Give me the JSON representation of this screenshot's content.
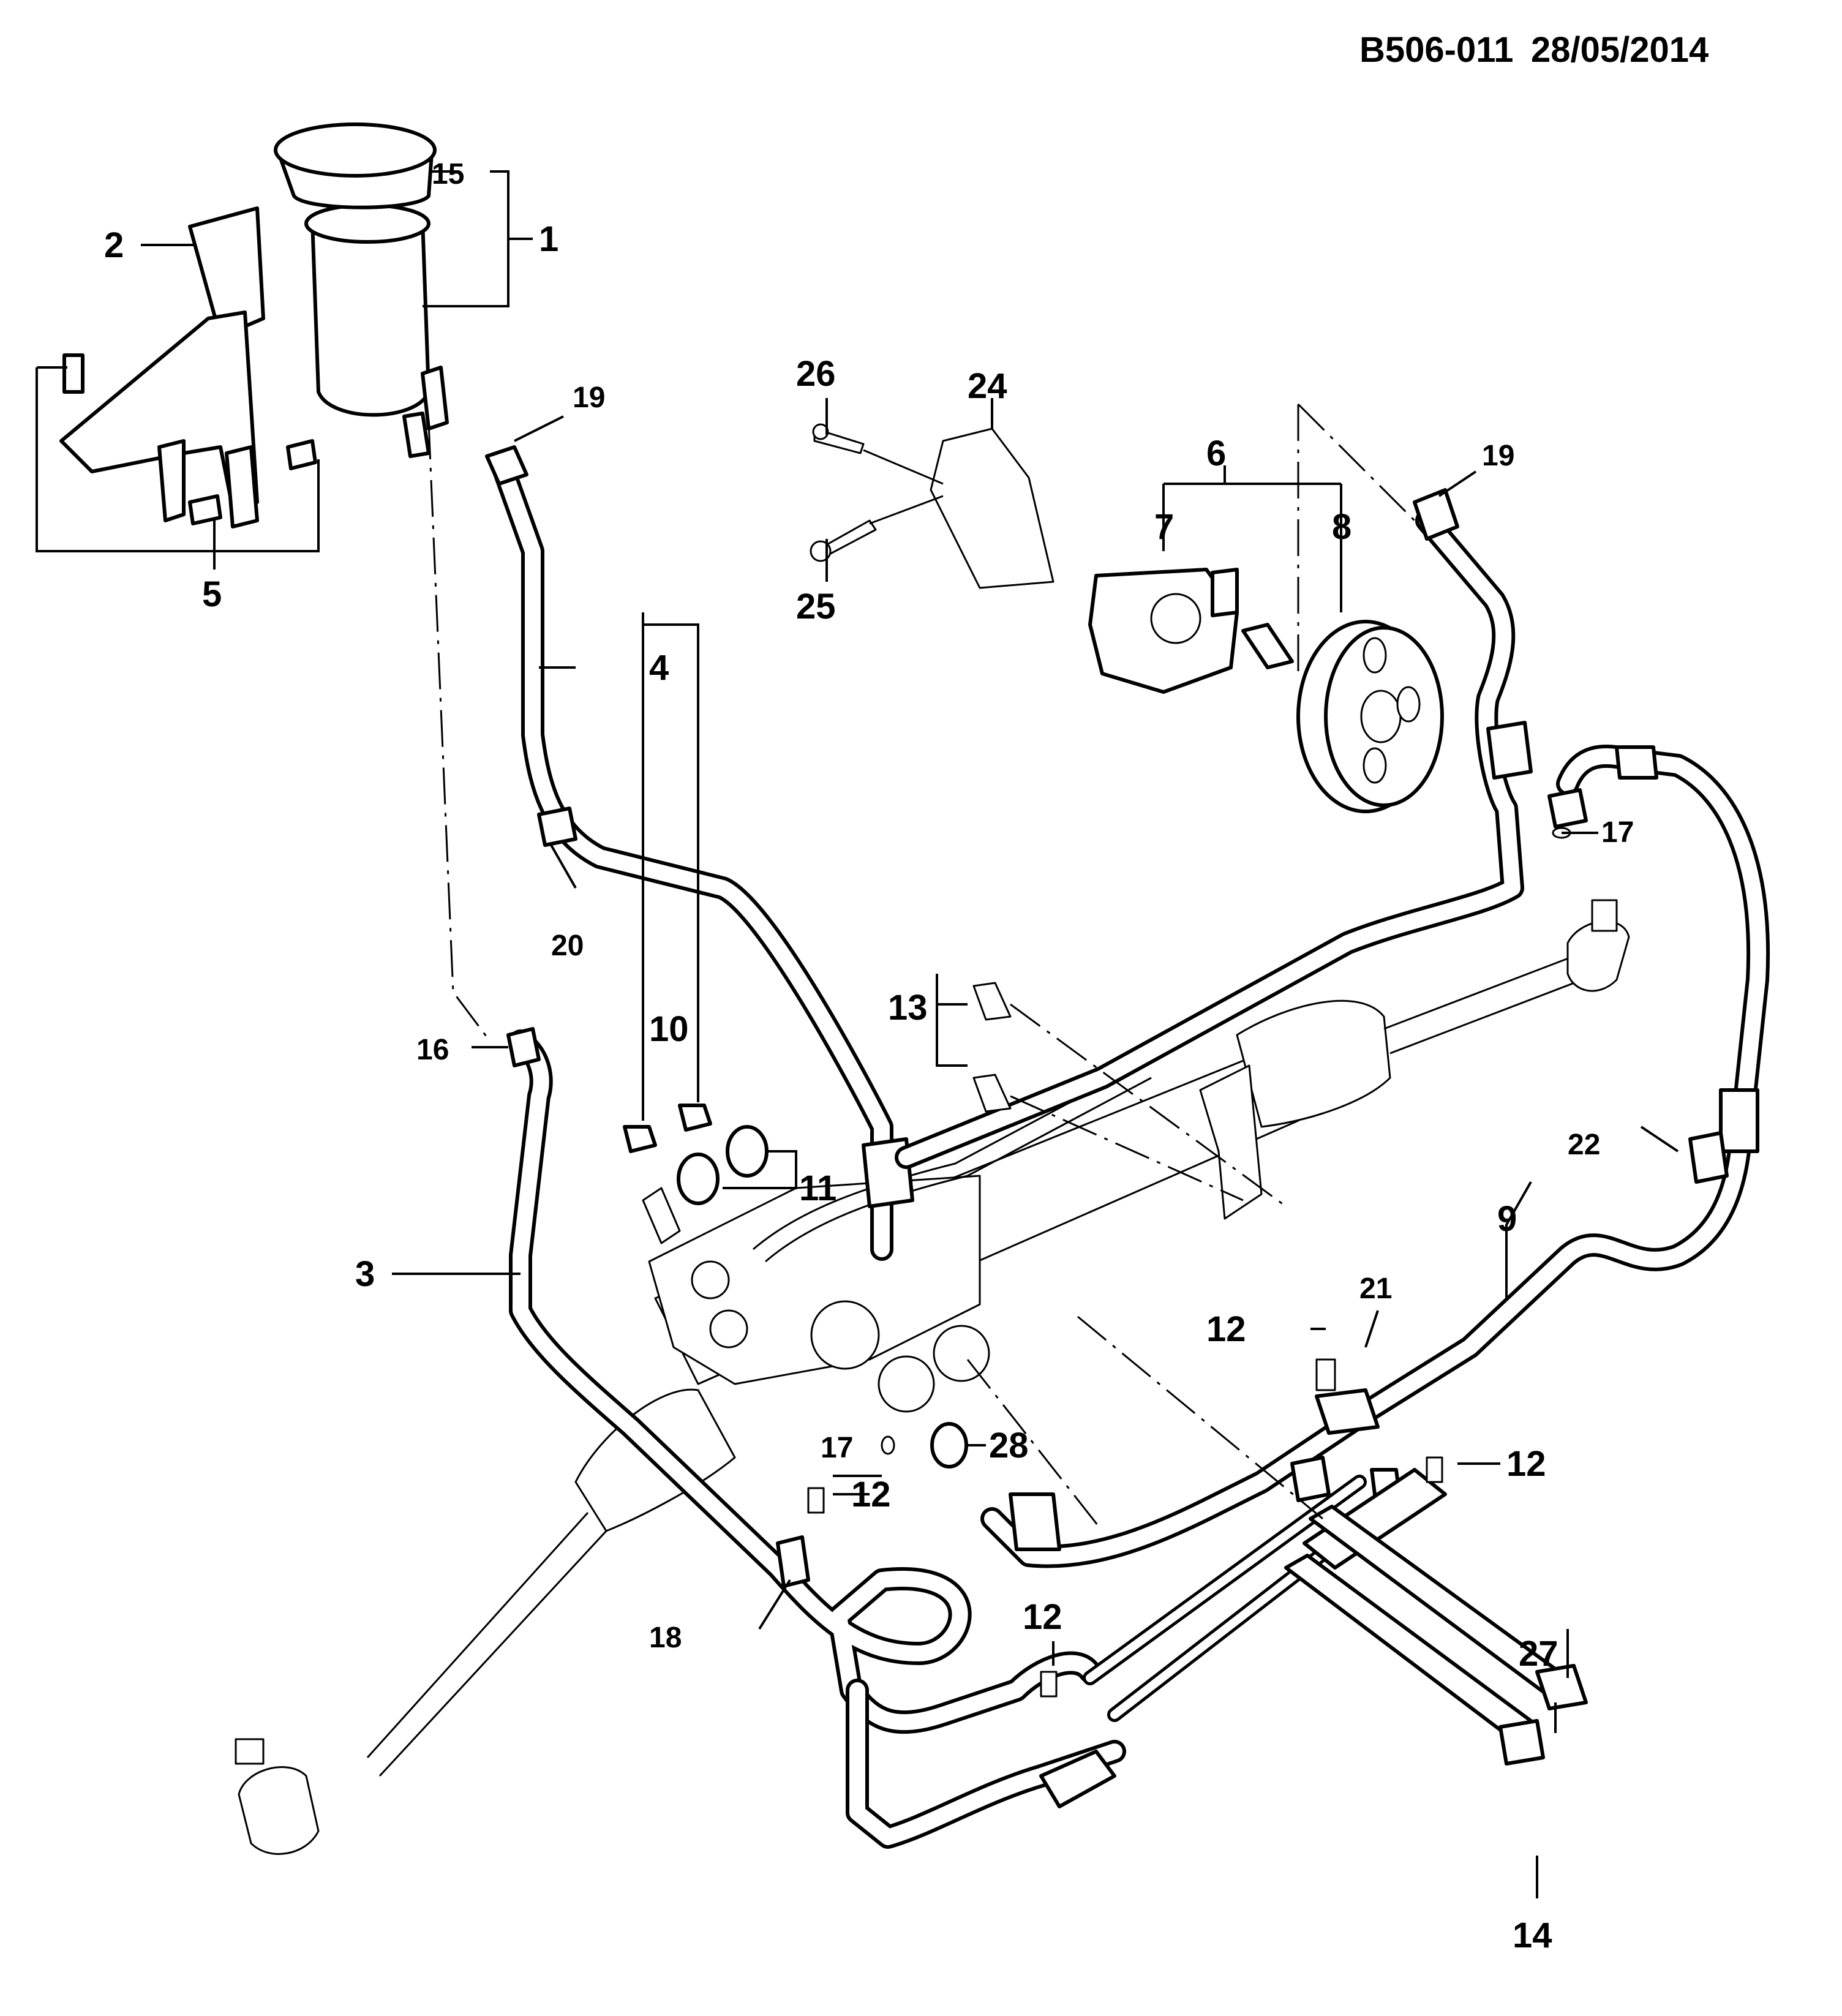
{
  "header": {
    "diagram_code": "B506-011",
    "date": "28/05/2014"
  },
  "callouts": {
    "c1": "1",
    "c2": "2",
    "c3": "3",
    "c4": "4",
    "c5": "5",
    "c6": "6",
    "c7": "7",
    "c8": "8",
    "c9": "9",
    "c10": "10",
    "c11": "11",
    "c12a": "12",
    "c12b": "12",
    "c12c": "12",
    "c12d": "12",
    "c13": "13",
    "c14": "14",
    "c15": "15",
    "c16": "16",
    "c17a": "17",
    "c17b": "17",
    "c18": "18",
    "c19a": "19",
    "c19b": "19",
    "c20": "20",
    "c21": "21",
    "c22": "22",
    "c24": "24",
    "c25": "25",
    "c26": "26",
    "c27": "27",
    "c28": "28"
  }
}
